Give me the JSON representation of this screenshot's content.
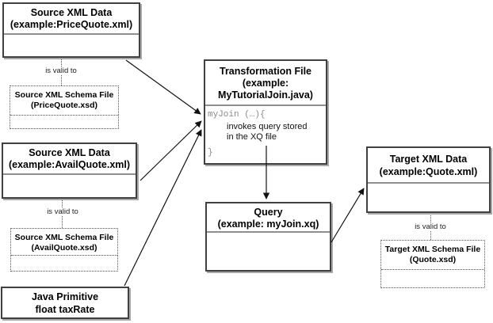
{
  "nodes": {
    "source_price": {
      "line1": "Source XML Data",
      "line2": "(example:PriceQuote.xml)"
    },
    "schema_price": {
      "line1": "Source XML Schema File",
      "line2": "(PriceQuote.xsd)"
    },
    "source_avail": {
      "line1": "Source XML Data",
      "line2": "(example:AvailQuote.xml)"
    },
    "schema_avail": {
      "line1": "Source XML Schema File",
      "line2": "(AvailQuote.xsd)"
    },
    "java_primitive": {
      "line1": "Java Primitive",
      "line2": "float taxRate"
    },
    "transformation": {
      "line1": "Transformation File",
      "line2": "(example:",
      "line3": "MyTutorialJoin.java)",
      "code_open": "myJoin (…){",
      "body1": "invokes query stored",
      "body2": "in the XQ file",
      "code_close": "}"
    },
    "query": {
      "line1": "Query",
      "line2": "(example: myJoin.xq)"
    },
    "target": {
      "line1": "Target XML Data",
      "line2": "(example:Quote.xml)"
    },
    "schema_target": {
      "line1": "Target XML Schema File",
      "line2": "(Quote.xsd)"
    }
  },
  "edge_labels": {
    "price_valid": "is valid to",
    "avail_valid": "is valid to",
    "target_valid": "is valid to"
  },
  "colors": {
    "box_border": "#404040",
    "box_shadow": "#a8a8a8",
    "title_divider": "#8f8f8f",
    "dotted_border": "#555555",
    "code_text": "#8a8a8a",
    "arrow": "#111111",
    "background": "#ffffff"
  }
}
